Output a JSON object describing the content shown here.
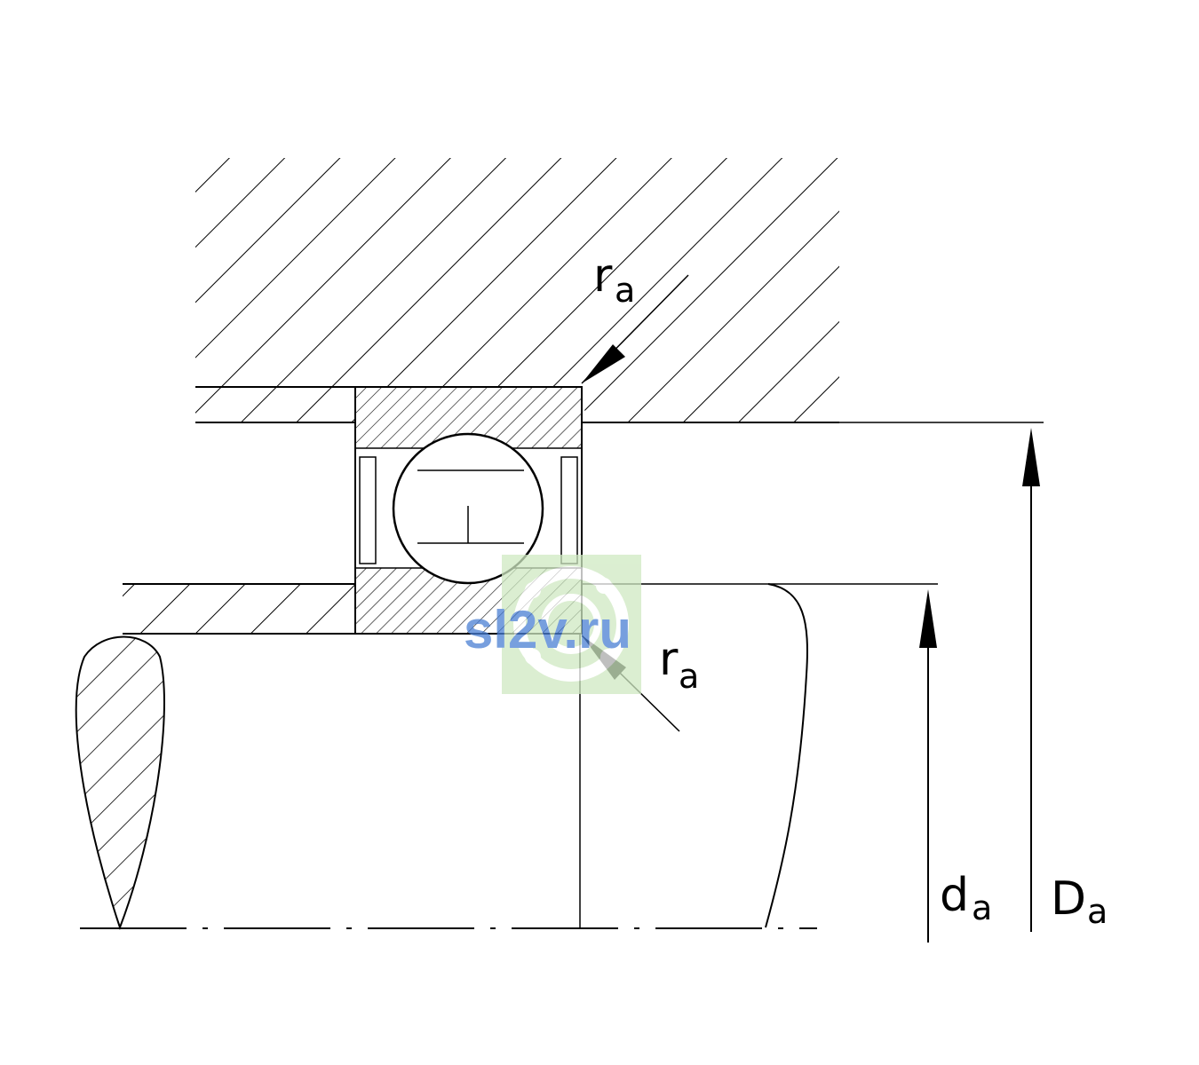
{
  "labels": {
    "ra_top": {
      "main": "r",
      "sub": "a"
    },
    "ra_bottom": {
      "main": "r",
      "sub": "a"
    },
    "da": {
      "main": "d",
      "sub": "a"
    },
    "Da": {
      "main": "D",
      "sub": "a"
    }
  },
  "watermark": {
    "text": "sl2v.ru",
    "color": "#4a7fd4",
    "badge_color": "#b8e0a8"
  },
  "colors": {
    "line": "#000000",
    "background": "#ffffff"
  }
}
